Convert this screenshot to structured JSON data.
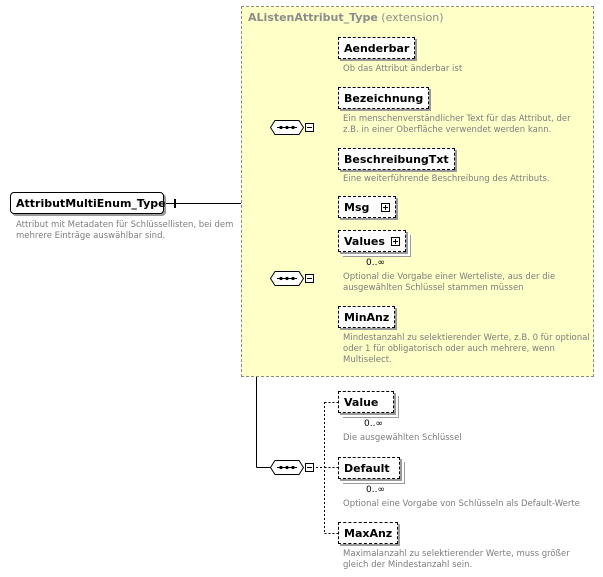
{
  "root": {
    "name": "AttributMultiEnum_Type",
    "desc_lines": [
      "Attribut mit Metadaten für Schlüssellisten, bei dem",
      "mehrere Einträge auswählbar sind."
    ]
  },
  "extension": {
    "type": "AListenAttribut_Type",
    "suffix": "(extension)"
  },
  "elements": [
    {
      "name": "Aenderbar",
      "desc_lines": [
        "Ob das Attribut änderbar ist"
      ]
    },
    {
      "name": "Bezeichnung",
      "desc_lines": [
        "Ein menschenverständlicher Text für das Attribut, der",
        "z.B. in einer Oberfläche verwendet werden kann."
      ]
    },
    {
      "name": "BeschreibungTxt",
      "desc_lines": [
        "Eine weiterführende Beschreibung des Attributs."
      ]
    },
    {
      "name": "Msg",
      "desc_lines": []
    },
    {
      "name": "Values",
      "cardinality": "0..∞",
      "desc_lines": [
        "Optional die Vorgabe einer Werteliste, aus der die",
        "ausgewählten Schlüssel stammen müssen"
      ]
    },
    {
      "name": "MinAnz",
      "desc_lines": [
        "Mindestanzahl zu selektierender Werte, z.B. 0 für optional",
        "oder 1 für obligatorisch oder auch mehrere, wenn",
        "Multiselect."
      ]
    },
    {
      "name": "Value",
      "cardinality": "0..∞",
      "desc_lines": [
        "Die ausgewählten Schlüssel"
      ]
    },
    {
      "name": "Default",
      "cardinality": "0..∞",
      "desc_lines": [
        "Optional eine Vorgabe von Schlüsseln als Default-Werte"
      ]
    },
    {
      "name": "MaxAnz",
      "desc_lines": [
        "Maximalanzahl zu selektierender Werte, muss größer",
        "gleich der Mindestanzahl sein."
      ]
    }
  ]
}
